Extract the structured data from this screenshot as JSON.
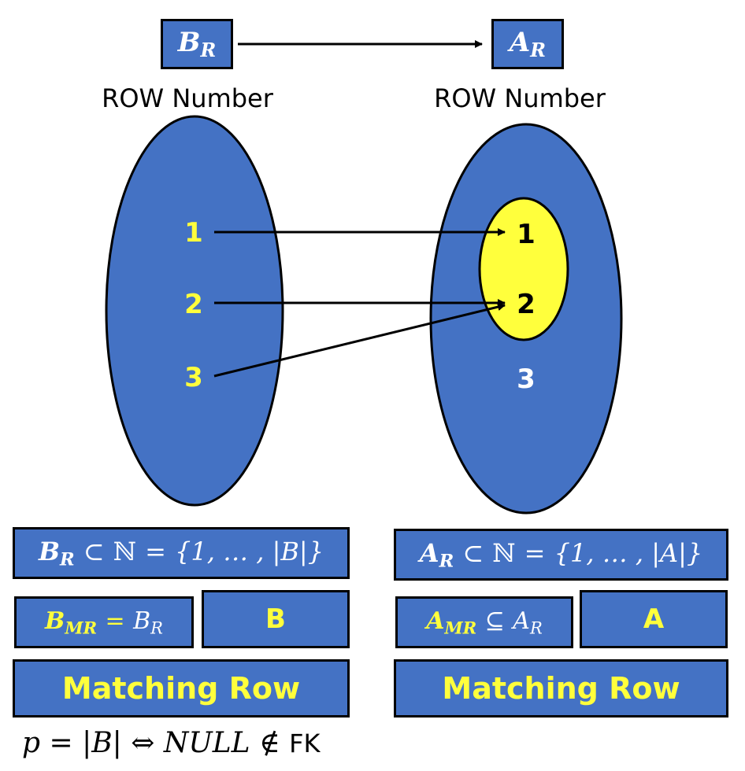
{
  "header": {
    "source_base": "B",
    "source_sub": "R",
    "target_base": "A",
    "target_sub": "R",
    "source_caption": "ROW Number",
    "target_caption": "ROW Number"
  },
  "left_set": {
    "items": [
      "1",
      "2",
      "3"
    ]
  },
  "right_set": {
    "matched": [
      "1",
      "2"
    ],
    "unmatched": [
      "3"
    ]
  },
  "left_boxes": {
    "domain": {
      "base": "B",
      "sub": "R",
      "rel": "⊂",
      "set": "ℕ",
      "eq": "=",
      "range": "{1, … , |B|}"
    },
    "matching": {
      "base": "B",
      "sub": "MR",
      "eq": "=",
      "rhs_base": "B",
      "rhs_sub": "R"
    },
    "table": "B",
    "title": "Matching Row"
  },
  "right_boxes": {
    "domain": {
      "base": "A",
      "sub": "R",
      "rel": "⊂",
      "set": "ℕ",
      "eq": "=",
      "range": "{1, … , |A|}"
    },
    "matching": {
      "base": "A",
      "sub": "MR",
      "eq": "⊆",
      "rhs_base": "A",
      "rhs_sub": "R"
    },
    "table": "A",
    "title": "Matching Row"
  },
  "footer": {
    "formula": "p = |B| ⇔ NULL ∉",
    "suffix": "FK"
  },
  "colors": {
    "blue": "#4472C4",
    "yellow": "#FFFF3C",
    "outline": "#000000",
    "text_white": "#FFFFFF"
  }
}
